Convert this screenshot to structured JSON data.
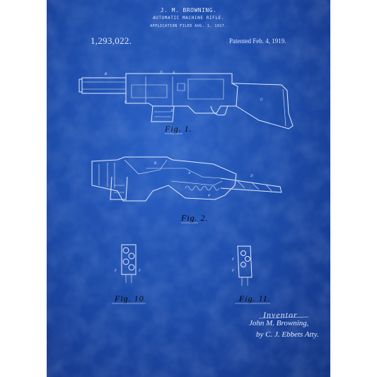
{
  "document": {
    "header_name": "J. M. BROWNING.",
    "header_title": "AUTOMATIC MACHINE RIFLE.",
    "header_filed": "APPLICATION FILED AUG. 1, 1917.",
    "patent_number": "1,293,022.",
    "patent_date": "Patented Feb. 4, 1919.",
    "figure_labels": [
      "Fig. 1.",
      "Fig. 2.",
      "Fig. 10",
      "Fig. 11."
    ],
    "inventor_label": "Inventor",
    "inventor_name": "John M. Browning,",
    "inventor_attorney": "by C. J. Ebbets Atty."
  },
  "colors": {
    "sheet_blue": "#1f4fae",
    "ink": "#e4ecfb",
    "frame": "#ffffff"
  }
}
